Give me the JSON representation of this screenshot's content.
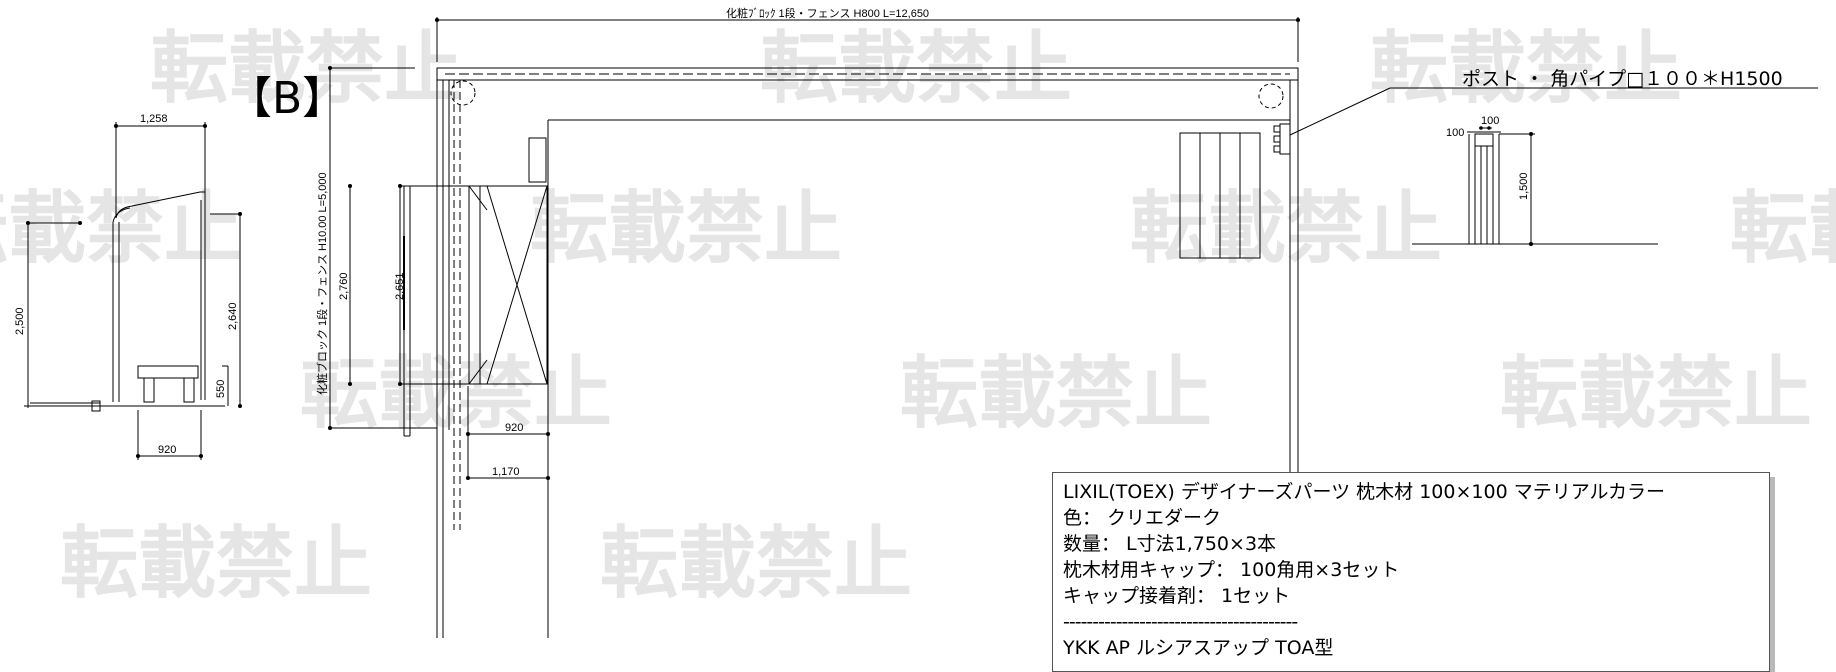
{
  "plan": {
    "top_fence_label": "化粧ﾌﾞﾛｯｸ 1段・フェンス H800 L=12,650",
    "left_fence_label": "化粧ブロック 1段・フェンス H10.00 L=5,000",
    "section_mark": "【B】",
    "post_label": "ポスト ・ 角パイプ□１００＊H1500",
    "dims": {
      "w1258": "1,258",
      "h2500": "2,500",
      "h2640": "2,640",
      "h550": "550",
      "w920_left": "920",
      "h2760": "2,760",
      "h2651": "2,651",
      "w920_plan": "920",
      "w1170": "1,170",
      "p100_top": "100",
      "p100_side": "100",
      "p1500": "1,500"
    }
  },
  "watermark": {
    "text": "転載禁止"
  },
  "note": {
    "line1": "LIXIL(TOEX) デザイナーズパーツ 枕木材 100×100 マテリアルカラー",
    "line2": "色： クリエダーク",
    "line3": "数量： L寸法1,750×3本",
    "line4": "枕木材用キャップ： 100角用×3セット",
    "line5": "キャップ接着剤： 1セット",
    "separator": "----------------------------------------",
    "line6": "YKK AP ルシアスアップ TOA型"
  }
}
